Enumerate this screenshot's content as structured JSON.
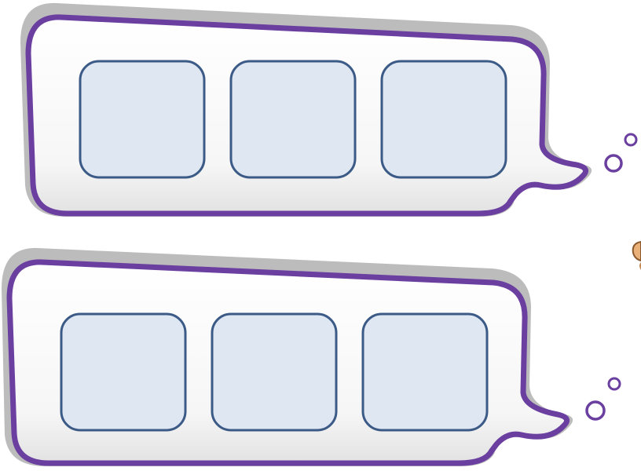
{
  "colors": {
    "bubble_outline": "#6a3fa0",
    "bubble_fill": "#fdfdfd",
    "bubble_fill_shade": "#e2e2e2",
    "bubble_shadow": "#b9b9b9",
    "box_fill": "#dfe7f2",
    "box_border": "#3b5a86",
    "peek_icon": "#c48a52"
  },
  "thought_bubbles": [
    {
      "name": "thought-bubble-top",
      "slots": [
        {
          "name": "slot-1",
          "text": ""
        },
        {
          "name": "slot-2",
          "text": ""
        },
        {
          "name": "slot-3",
          "text": ""
        }
      ]
    },
    {
      "name": "thought-bubble-bottom",
      "slots": [
        {
          "name": "slot-1",
          "text": ""
        },
        {
          "name": "slot-2",
          "text": ""
        },
        {
          "name": "slot-3",
          "text": ""
        }
      ]
    }
  ],
  "edge_figure_icon": "partial-character-icon"
}
